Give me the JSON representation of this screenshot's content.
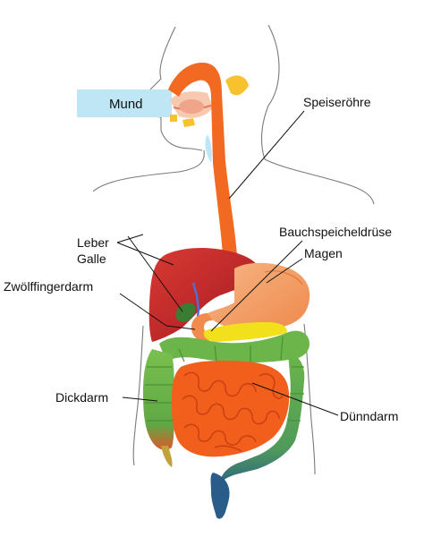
{
  "labels": {
    "mund": "Mund",
    "speiseroehre": "Speiseröhre",
    "leber": "Leber",
    "galle": "Galle",
    "zwoelffingerdarm": "Zwölffingerdarm",
    "bauchspeicheldruese": "Bauchspeicheldrüse",
    "magen": "Magen",
    "dickdarm": "Dickdarm",
    "duenndarm": "Dünndarm"
  },
  "colors": {
    "body_outline": "#7a7a7a",
    "mund_box": "#bfe6f5",
    "esophagus": "#f26a21",
    "liver": "#c3252b",
    "stomach": "#f4a06a",
    "pancreas": "#f2e01c",
    "colon": "#6bb54a",
    "small_intestine": "#f25f1c",
    "rectum": "#2a5c8a",
    "gallbladder": "#3a7d32",
    "salivary": "#f7c22e"
  }
}
